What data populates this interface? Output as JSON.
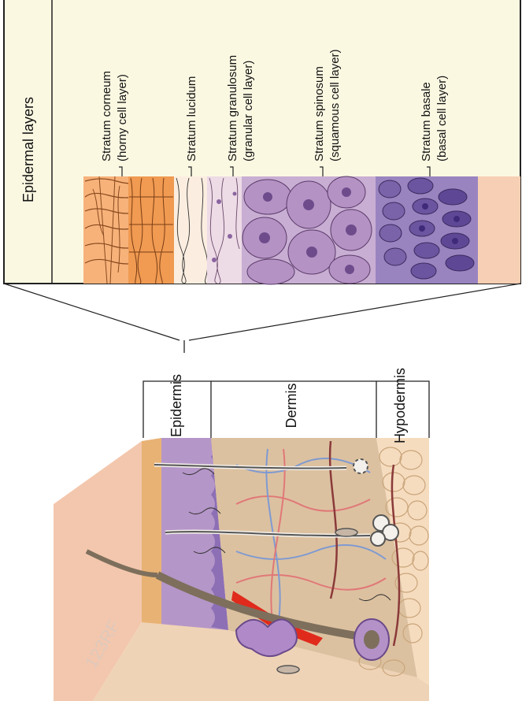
{
  "panel": {
    "title": "Epidermal layers",
    "layers": [
      {
        "name": "Stratum corneum",
        "detail": "(horny cell layer)"
      },
      {
        "name": "Stratum lucidum",
        "detail": ""
      },
      {
        "name": "Stratum granulosum",
        "detail": "(granular cell layer)"
      },
      {
        "name": "Stratum spinosum",
        "detail": "(squamous cell layer)"
      },
      {
        "name": "Stratum basale",
        "detail": "(basal cell layer)"
      }
    ]
  },
  "skin": {
    "labels": {
      "epidermis": "Epidermis",
      "dermis": "Dermis",
      "hypodermis": "Hypodermis"
    }
  },
  "watermark": "123RF",
  "colors": {
    "panel_bg": "#fbf8e2",
    "corneum": "#f09a52",
    "granulosum": "#eddbe6",
    "spinosum": "#b58fc2",
    "basale": "#7a63a8",
    "dermis": "#dcc1a0",
    "hypodermis": "#f6dcbf",
    "vessel_red": "#e02a1c"
  }
}
